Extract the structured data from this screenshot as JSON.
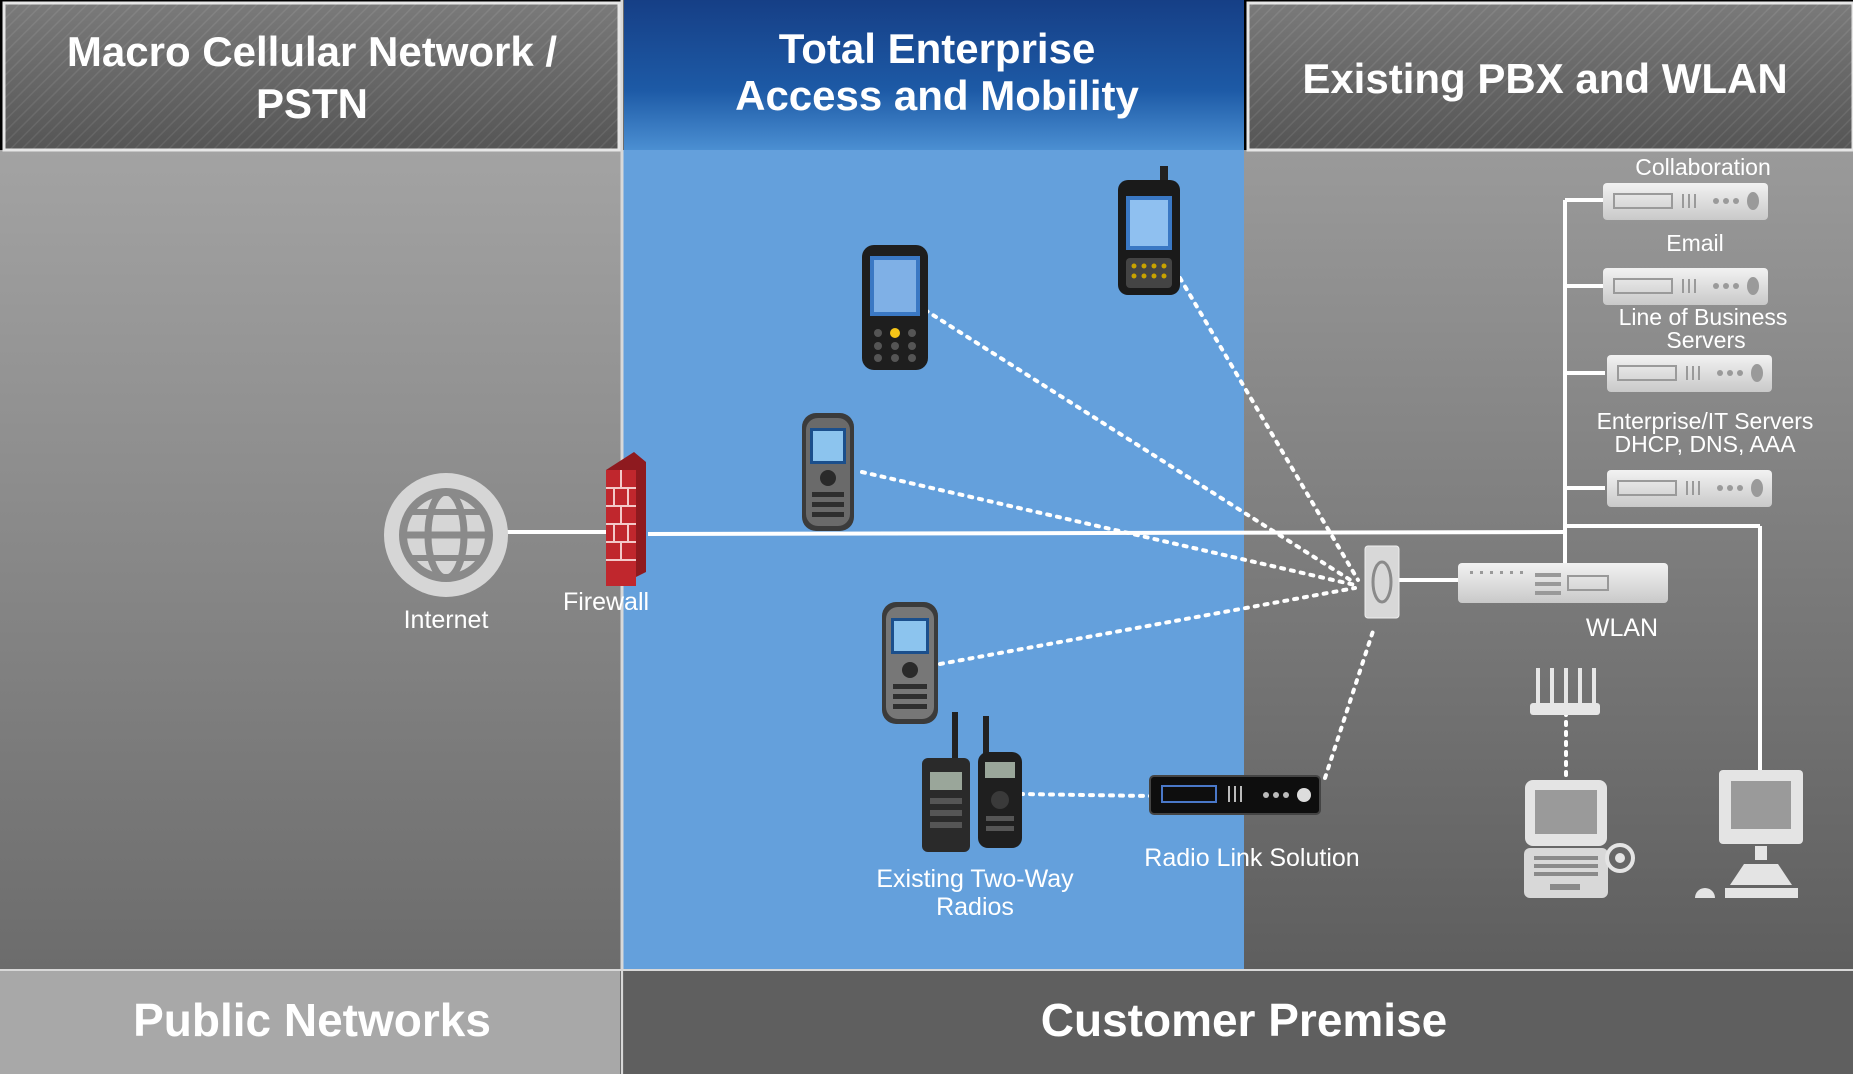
{
  "headers": {
    "left": [
      "Macro Cellular Network /",
      "PSTN"
    ],
    "center": [
      "Total Enterprise",
      "Access and Mobility"
    ],
    "right": "Existing PBX and WLAN"
  },
  "footers": {
    "left": "Public Networks",
    "right": "Customer Premise"
  },
  "labels": {
    "internet": "Internet",
    "firewall": "Firewall",
    "radio_link": "Radio Link Solution",
    "two_way_radios": [
      "Existing Two-Way",
      "Radios"
    ],
    "wlan": "WLAN"
  },
  "servers": {
    "collaboration": "Collaboration",
    "email": "Email",
    "lob": [
      "Line of Business",
      "Servers"
    ],
    "enterprise": [
      "Enterprise/IT Servers",
      "DHCP, DNS, AAA"
    ]
  },
  "colors": {
    "center_band": "#64a0dc",
    "header_center": "#1f5fa8",
    "left_bg": "#8e8e8e",
    "right_bg": "#7d7d7d",
    "firewall": "#c0272d"
  },
  "icons": [
    "globe-icon",
    "firewall-icon",
    "pda-icon",
    "phone-icon",
    "radio-icon",
    "server-icon",
    "wlan-switch-icon",
    "antenna-icon",
    "laptop-icon",
    "desktop-icon"
  ]
}
